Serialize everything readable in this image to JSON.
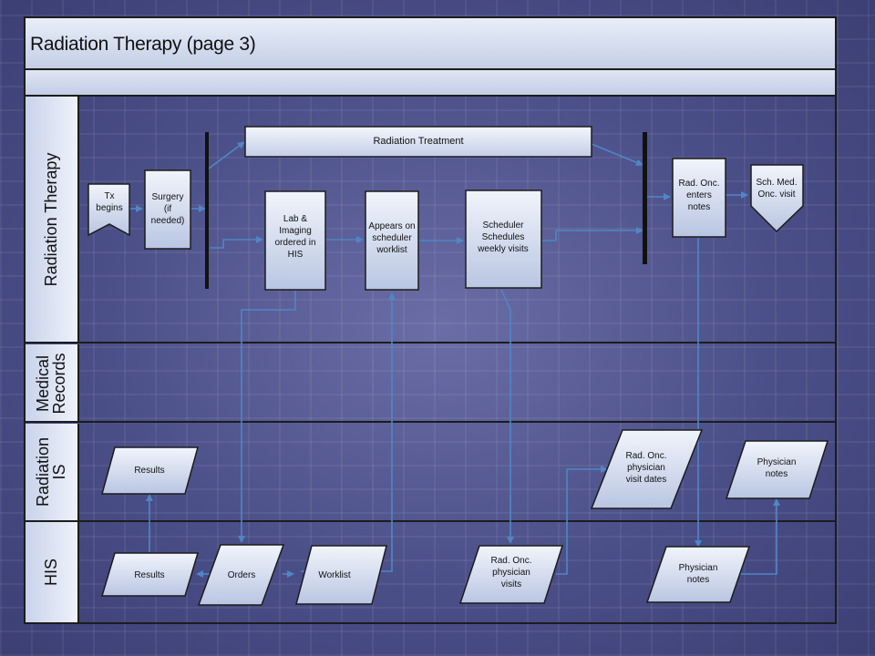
{
  "title": "Radiation Therapy (page 3)",
  "lanes": {
    "radiation_therapy": "Radiation Therapy",
    "medical_records": [
      "Medical",
      "Records"
    ],
    "radiation_is": [
      "Radiation",
      "IS"
    ],
    "his": "HIS"
  },
  "nodes": {
    "tx_begins": [
      "Tx",
      "begins"
    ],
    "surgery": [
      "Surgery",
      "(if",
      "needed)"
    ],
    "radiation_treatment": "Radiation Treatment",
    "lab_imaging": [
      "Lab &",
      "Imaging",
      "ordered in",
      "HIS"
    ],
    "appears_worklist": [
      "Appears on",
      "scheduler",
      "worklist"
    ],
    "scheduler_schedules": [
      "Scheduler",
      "Schedules",
      "weekly visits"
    ],
    "rad_onc_enters": [
      "Rad. Onc.",
      "enters",
      "notes"
    ],
    "sch_med_onc": [
      "Sch. Med.",
      "Onc. visit"
    ],
    "results_ris": "Results",
    "rad_onc_visit_dates": [
      "Rad. Onc.",
      "physician",
      "visit dates"
    ],
    "physician_notes_ris": [
      "Physician",
      "notes"
    ],
    "results_his": "Results",
    "orders_his": "Orders",
    "worklist_his": "Worklist",
    "rad_onc_visits_his": [
      "Rad. Onc.",
      "physician",
      "visits"
    ],
    "physician_notes_his": [
      "Physician",
      "notes"
    ]
  },
  "colors": {
    "node_fill_top": "#f1f4fb",
    "node_fill_bottom": "#b9c6e2",
    "connector": "#4f86c6",
    "outline": "#1c1c1c"
  }
}
